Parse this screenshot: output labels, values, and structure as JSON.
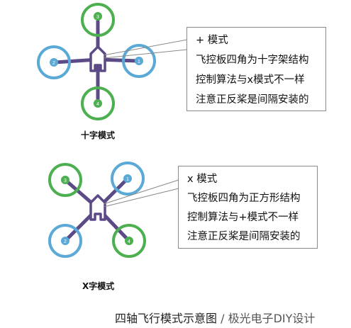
{
  "plus_mode": {
    "label": "十字模式",
    "callout": {
      "title": "+ 模式",
      "lines": [
        "飞控板四角为十字架结构",
        "控制算法与x模式不一样",
        "注意正反桨是间隔安装的"
      ]
    },
    "motors": [
      {
        "number": "3",
        "ring_color": "#4caf50"
      },
      {
        "number": "1",
        "ring_color": "#5aa9d6"
      },
      {
        "number": "4",
        "ring_color": "#4caf50"
      },
      {
        "number": "2",
        "ring_color": "#5aa9d6"
      }
    ]
  },
  "x_mode": {
    "label": "X字模式",
    "callout": {
      "title": "x 模式",
      "lines": [
        "飞控板四角为正方形结构",
        "控制算法与+模式不一样",
        "注意正反桨是间隔安装的"
      ]
    },
    "motors": [
      {
        "number": "3",
        "ring_color": "#4caf50"
      },
      {
        "number": "1",
        "ring_color": "#5aa9d6"
      },
      {
        "number": "4",
        "ring_color": "#4caf50"
      },
      {
        "number": "2",
        "ring_color": "#5aa9d6"
      }
    ]
  },
  "caption": {
    "title": "四轴飞行模式示意图",
    "source": " / 极光电子DIY设计"
  },
  "colors": {
    "arm": "#5b4a86",
    "frame_fill": "#ffffff",
    "green_ring": "#4caf50",
    "blue_ring": "#5aa9d6",
    "pointer": "#888888"
  }
}
